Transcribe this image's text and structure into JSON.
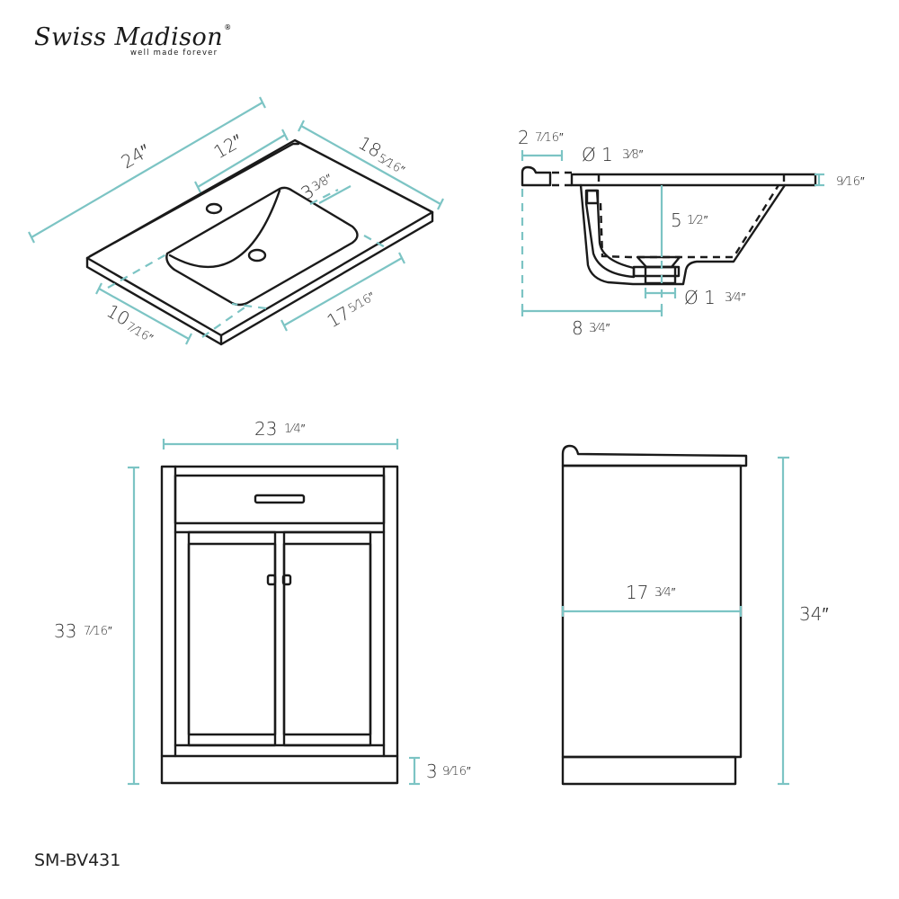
{
  "brand": {
    "name": "Swiss Madison",
    "tagline": "well made forever",
    "registered_mark": "®"
  },
  "model": "SM-BV431",
  "colors": {
    "dimension_line": "#7cc4c4",
    "outline": "#1a1a1a",
    "text": "#333333"
  },
  "views": {
    "top_isometric": {
      "overall_width": "24\"",
      "faucet_center": "12\"",
      "depth": "18 5/16\"",
      "back_to_bowl": "3 3/8\"",
      "left_to_bowl": "10 7/16\"",
      "bowl_length": "17 5/16\""
    },
    "sink_section": {
      "backsplash_offset": "2 7/16\"",
      "faucet_hole_dia": "Ø 1 3/8\"",
      "top_thickness": "9/16\"",
      "bowl_depth": "5 1/2\"",
      "drain_dia": "Ø 1 3/4\"",
      "drain_offset": "8 3/4\""
    },
    "front_elevation": {
      "width": "23 1/4\"",
      "height": "33 7/16\"",
      "toe_kick": "3 9/16\""
    },
    "side_elevation": {
      "depth": "17 3/4\"",
      "total_height": "34\""
    }
  },
  "labels": {
    "d24": "24″",
    "d12": "12″",
    "d18": "18",
    "d18f": "5⁄16″",
    "d3": "3",
    "d3f": "3⁄8″",
    "d10": "10",
    "d10f": "7⁄16″",
    "d17": "17",
    "d17f": "5⁄16″",
    "s2": "2",
    "s2f": "7⁄16″",
    "sphi": "Ø 1",
    "sphif": "3⁄8″",
    "s916": "9⁄16″",
    "s5": "5",
    "s5f": "1⁄2″",
    "sdr": "Ø 1",
    "sdrf": "3⁄4″",
    "s8": "8",
    "s8f": "3⁄4″",
    "f23": "23",
    "f23f": "1⁄4″",
    "f33": "33",
    "f33f": "7⁄16″",
    "f3": "3",
    "f3f": "9⁄16″",
    "side17": "17",
    "side17f": "3⁄4″",
    "side34": "34″"
  }
}
